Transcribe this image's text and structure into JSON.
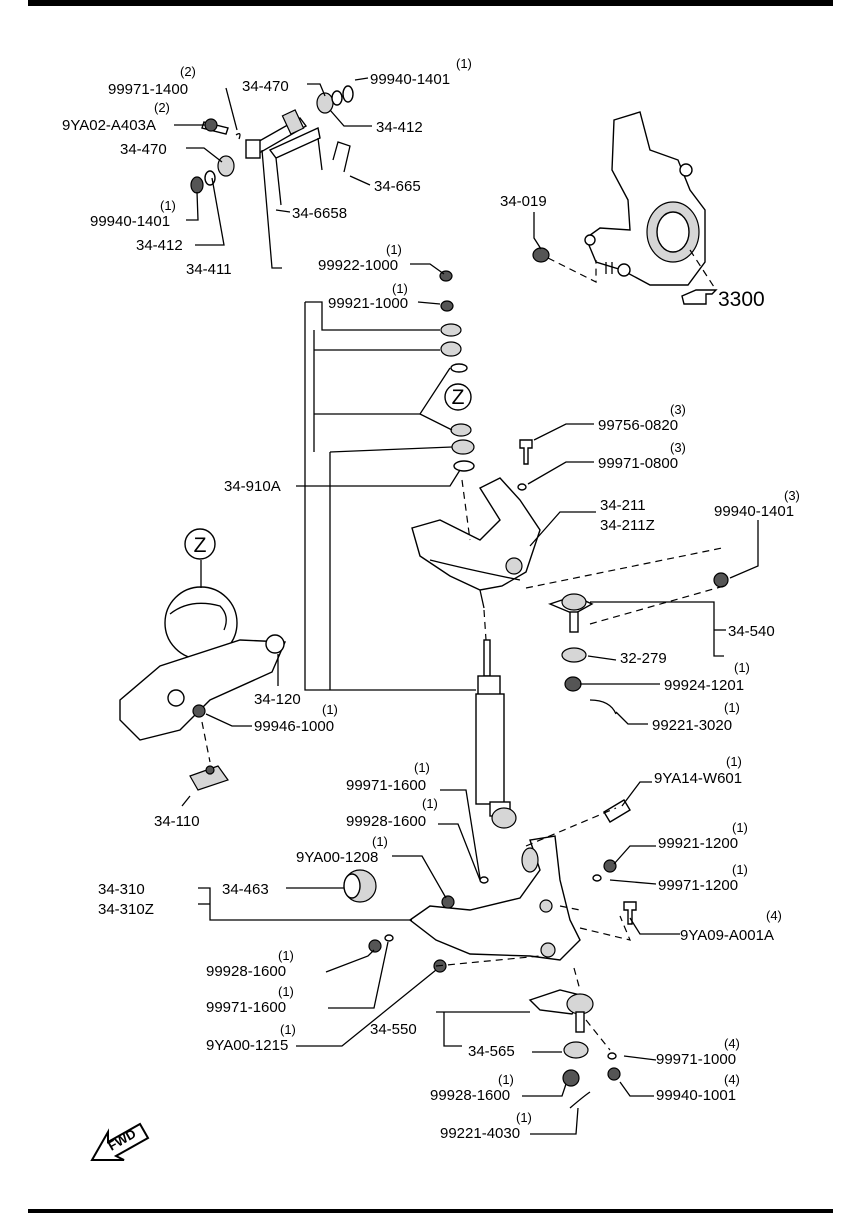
{
  "callouts": [
    {
      "id": "c01",
      "part": "99971-1400",
      "qty": "(2)"
    },
    {
      "id": "c02",
      "part": "34-470",
      "qty": ""
    },
    {
      "id": "c03",
      "part": "99940-1401",
      "qty": "(1)"
    },
    {
      "id": "c04",
      "part": "9YA02-A403A",
      "qty": "(2)"
    },
    {
      "id": "c05",
      "part": "34-412",
      "qty": ""
    },
    {
      "id": "c06",
      "part": "34-470",
      "qty": ""
    },
    {
      "id": "c07",
      "part": "34-665",
      "qty": ""
    },
    {
      "id": "c08",
      "part": "99940-1401",
      "qty": "(1)"
    },
    {
      "id": "c09",
      "part": "34-6658",
      "qty": ""
    },
    {
      "id": "c10",
      "part": "34-412",
      "qty": ""
    },
    {
      "id": "c11",
      "part": "34-411",
      "qty": ""
    },
    {
      "id": "c12",
      "part": "34-019",
      "qty": ""
    },
    {
      "id": "c13",
      "part": "99922-1000",
      "qty": "(1)"
    },
    {
      "id": "c14",
      "part": "99921-1000",
      "qty": "(1)"
    },
    {
      "id": "c15",
      "part": "99756-0820",
      "qty": "(3)"
    },
    {
      "id": "c16",
      "part": "99971-0800",
      "qty": "(3)"
    },
    {
      "id": "c17",
      "part": "34-910A",
      "qty": ""
    },
    {
      "id": "c18",
      "part": "34-211",
      "qty": ""
    },
    {
      "id": "c19",
      "part": "34-211Z",
      "qty": ""
    },
    {
      "id": "c20",
      "part": "99940-1401",
      "qty": "(3)"
    },
    {
      "id": "c21",
      "part": "34-540",
      "qty": ""
    },
    {
      "id": "c22",
      "part": "32-279",
      "qty": ""
    },
    {
      "id": "c23",
      "part": "99924-1201",
      "qty": "(1)"
    },
    {
      "id": "c24",
      "part": "99221-3020",
      "qty": "(1)"
    },
    {
      "id": "c25",
      "part": "34-120",
      "qty": ""
    },
    {
      "id": "c26",
      "part": "99946-1000",
      "qty": "(1)"
    },
    {
      "id": "c27",
      "part": "34-110",
      "qty": ""
    },
    {
      "id": "c28",
      "part": "99971-1600",
      "qty": "(1)"
    },
    {
      "id": "c29",
      "part": "9YA14-W601",
      "qty": "(1)"
    },
    {
      "id": "c30",
      "part": "99928-1600",
      "qty": "(1)"
    },
    {
      "id": "c31",
      "part": "9YA00-1208",
      "qty": "(1)"
    },
    {
      "id": "c32",
      "part": "99921-1200",
      "qty": "(1)"
    },
    {
      "id": "c33",
      "part": "99971-1200",
      "qty": "(1)"
    },
    {
      "id": "c34",
      "part": "34-463",
      "qty": ""
    },
    {
      "id": "c35",
      "part": "34-310",
      "qty": ""
    },
    {
      "id": "c36",
      "part": "34-310Z",
      "qty": ""
    },
    {
      "id": "c37",
      "part": "9YA09-A001A",
      "qty": "(4)"
    },
    {
      "id": "c38",
      "part": "99928-1600",
      "qty": "(1)"
    },
    {
      "id": "c39",
      "part": "99971-1600",
      "qty": "(1)"
    },
    {
      "id": "c40",
      "part": "9YA00-1215",
      "qty": "(1)"
    },
    {
      "id": "c41",
      "part": "34-550",
      "qty": ""
    },
    {
      "id": "c42",
      "part": "34-565",
      "qty": ""
    },
    {
      "id": "c43",
      "part": "99971-1000",
      "qty": "(4)"
    },
    {
      "id": "c44",
      "part": "99928-1600",
      "qty": "(1)"
    },
    {
      "id": "c45",
      "part": "99940-1001",
      "qty": "(4)"
    },
    {
      "id": "c46",
      "part": "99221-4030",
      "qty": "(1)"
    }
  ],
  "group_marker": "Z",
  "section_ref": "3300",
  "fwd_label": "FWD",
  "icons": [
    "pointing-hand-icon",
    "fwd-arrow-icon"
  ]
}
